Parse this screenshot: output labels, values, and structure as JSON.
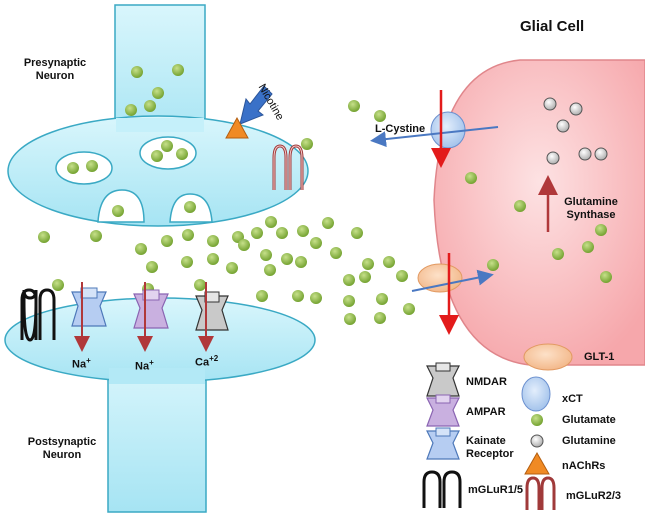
{
  "labels": {
    "presynaptic_line1": "Presynaptic",
    "presynaptic_line2": "Neuron",
    "postsynaptic_line1": "Postsynaptic",
    "postsynaptic_line2": "Neuron",
    "glial_cell": "Glial Cell",
    "nicotine": "Nicotine",
    "l_cystine": "L-Cystine",
    "glutamine_synthase_line1": "Glutamine",
    "glutamine_synthase_line2": "Synthase",
    "na_1": "Na",
    "na_1_sup": "+",
    "na_2": "Na",
    "na_2_sup": "+",
    "ca": "Ca",
    "ca_sup": "+2"
  },
  "legend": {
    "nmdar": "NMDAR",
    "ampar": "AMPAR",
    "kainate_line1": "Kainate",
    "kainate_line2": "Receptor",
    "mglur15": "mGLuR1/5",
    "glt1": "GLT-1",
    "xct": "xCT",
    "glutamate": "Glutamate",
    "glutamine": "Glutamine",
    "nachrs": "nAChRs",
    "mglur23": "mGLuR2/3"
  },
  "colors": {
    "neuron_fill": "#bfeef8",
    "neuron_stroke": "#3aa9c4",
    "glial_fill": "#fbc6c8",
    "glutamate": "#8fbf3a",
    "glutamine": "#d9d9d9",
    "red_arrow": "#e31b1b",
    "blue_arrow": "#4a78c2",
    "nachr": "#f08a24",
    "glt1": "#f8c9a0",
    "xct": "#b9d3f3",
    "nmdar": "#b5b5b5",
    "ampar": "#c9b0e0",
    "kainate": "#b6cdf2",
    "mglur23": "#a03a3a"
  }
}
